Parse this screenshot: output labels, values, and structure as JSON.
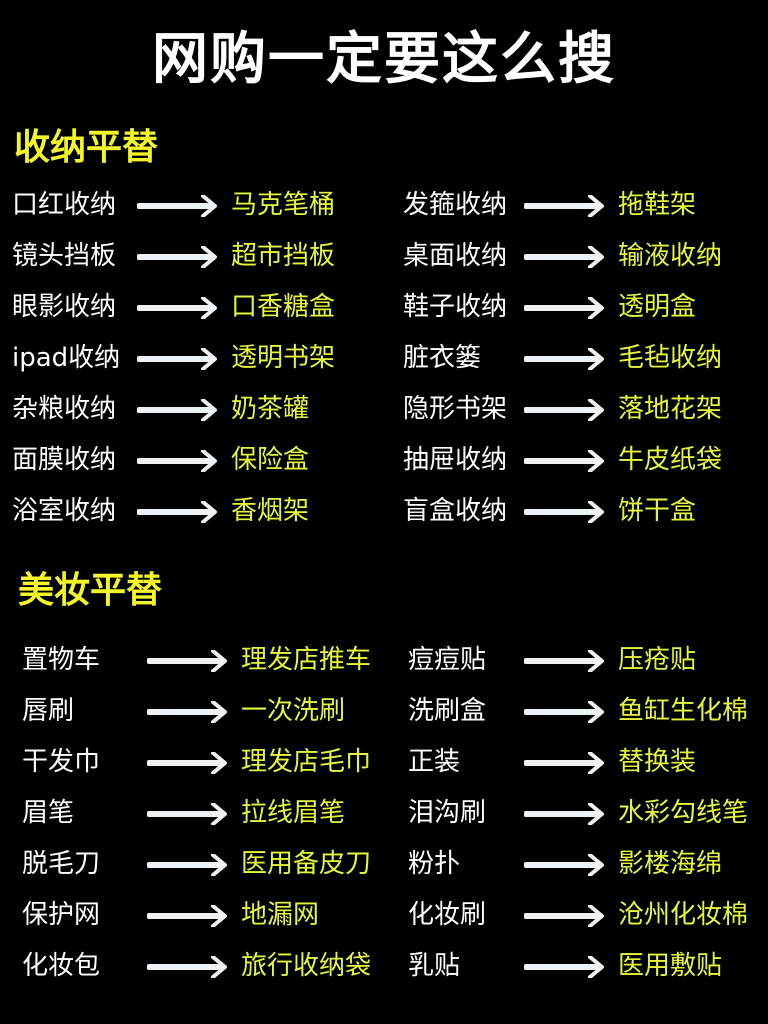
{
  "title": "网购一定要这么搜",
  "colors": {
    "accent": "#e4f53c",
    "heading": "#f2f52a",
    "background": "#000000"
  },
  "sections": [
    {
      "heading": "收纳平替",
      "rows": [
        {
          "from": "口红收纳",
          "to": "马克笔桶",
          "from2": "发箍收纳",
          "to2": "拖鞋架"
        },
        {
          "from": "镜头挡板",
          "to": "超市挡板",
          "from2": "桌面收纳",
          "to2": "输液收纳"
        },
        {
          "from": "眼影收纳",
          "to": "口香糖盒",
          "from2": "鞋子收纳",
          "to2": "透明盒"
        },
        {
          "from": "ipad收纳",
          "to": "透明书架",
          "from2": "脏衣篓",
          "to2": "毛毡收纳"
        },
        {
          "from": "杂粮收纳",
          "to": "奶茶罐",
          "from2": "隐形书架",
          "to2": "落地花架"
        },
        {
          "from": "面膜收纳",
          "to": "保险盒",
          "from2": "抽屉收纳",
          "to2": "牛皮纸袋"
        },
        {
          "from": "浴室收纳",
          "to": "香烟架",
          "from2": "盲盒收纳",
          "to2": "饼干盒"
        }
      ]
    },
    {
      "heading": "美妆平替",
      "rows": [
        {
          "from": "置物车",
          "to": "理发店推车",
          "from2": "痘痘贴",
          "to2": "压疮贴"
        },
        {
          "from": "唇刷",
          "to": "一次洗刷",
          "from2": "洗刷盒",
          "to2": "鱼缸生化棉"
        },
        {
          "from": "干发巾",
          "to": "理发店毛巾",
          "from2": "正装",
          "to2": "替换装"
        },
        {
          "from": "眉笔",
          "to": "拉线眉笔",
          "from2": "泪沟刷",
          "to2": "水彩勾线笔"
        },
        {
          "from": "脱毛刀",
          "to": "医用备皮刀",
          "from2": "粉扑",
          "to2": "影楼海绵"
        },
        {
          "from": "保护网",
          "to": "地漏网",
          "from2": "化妆刷",
          "to2": "沧州化妆棉"
        },
        {
          "from": "化妆包",
          "to": "旅行收纳袋",
          "from2": "乳贴",
          "to2": "医用敷贴"
        }
      ]
    }
  ]
}
